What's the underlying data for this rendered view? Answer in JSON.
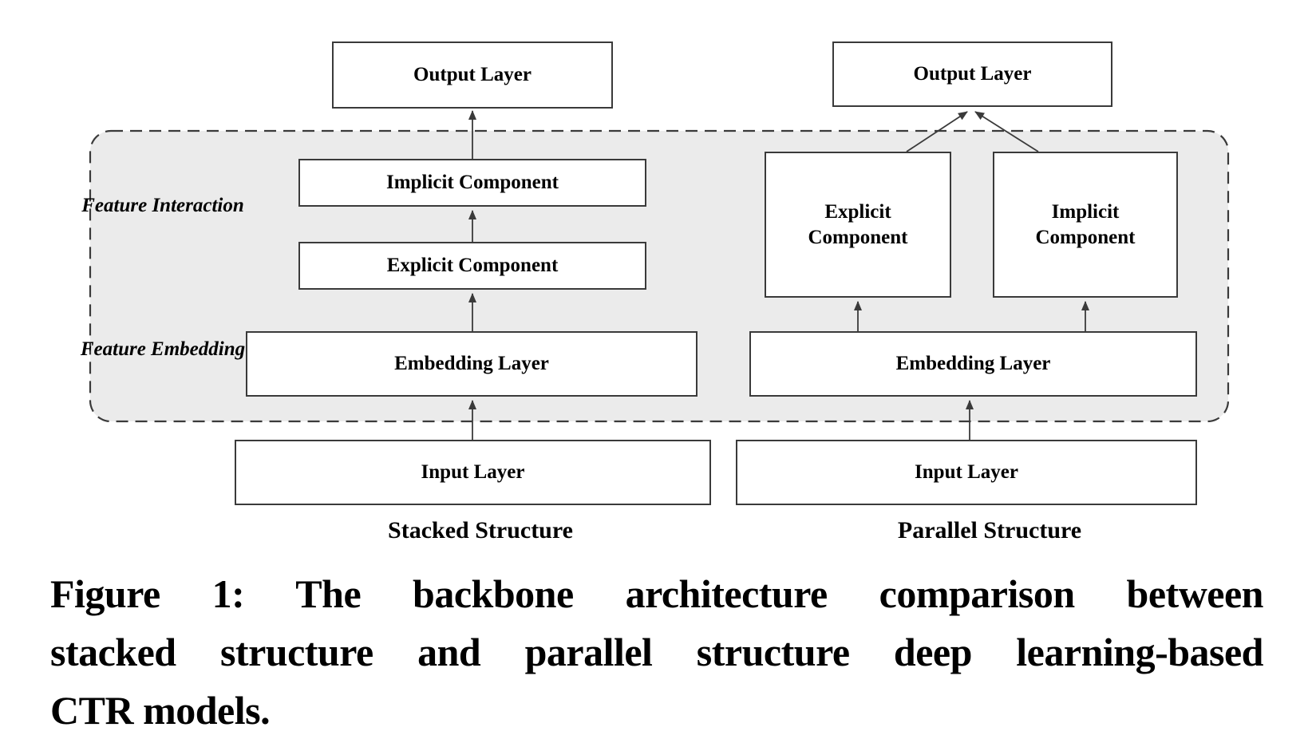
{
  "figure": {
    "panels": [
      {
        "name": "stacked",
        "structure_label": "Stacked Structure",
        "boxes": {
          "output": "Output Layer",
          "implicit": "Implicit Component",
          "explicit": "Explicit Component",
          "embedding": "Embedding Layer",
          "input": "Input Layer"
        }
      },
      {
        "name": "parallel",
        "structure_label": "Parallel Structure",
        "boxes": {
          "output": "Output Layer",
          "explicit": "Explicit Component",
          "implicit": "Implicit Component",
          "embedding": "Embedding Layer",
          "input": "Input Layer"
        }
      }
    ],
    "region_labels": {
      "feature_interaction": "Feature Interaction",
      "feature_embedding": "Feature Embedding"
    },
    "caption": {
      "line1": "Figure 1: The backbone architecture comparison between",
      "line2": "stacked structure and parallel structure deep learning-based",
      "line3": "CTR models."
    },
    "colors": {
      "background": "#ffffff",
      "container_fill": "#ebebeb",
      "stroke": "#3a3a3a",
      "text": "#000000"
    }
  }
}
